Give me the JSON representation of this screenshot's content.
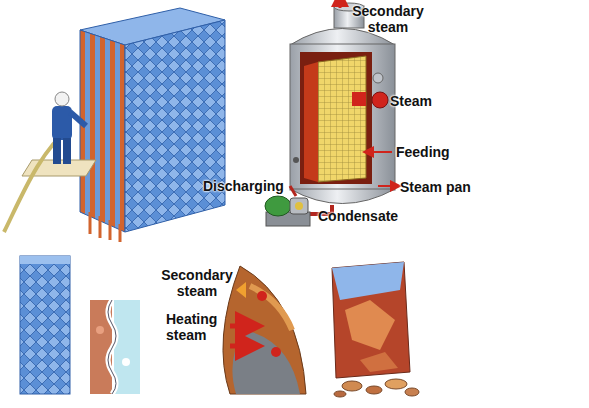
{
  "diagram": {
    "labels": [
      "Secondary steam",
      "Steam",
      "Feeding",
      "Discharging",
      "Steam pan",
      "Condensate",
      "Secondary steam",
      "Heating steam"
    ]
  }
}
